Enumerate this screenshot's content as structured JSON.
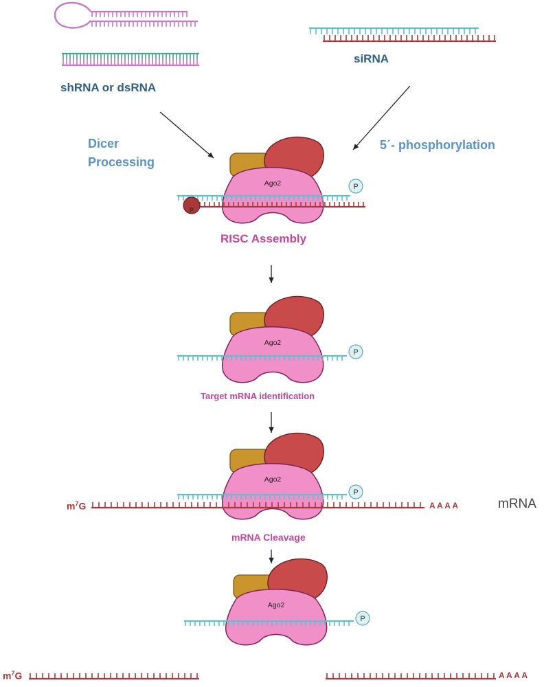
{
  "inputs": {
    "shrna_label": "shRNA or dsRNA",
    "sirna_label": "siRNA"
  },
  "process": {
    "dicer_line1": "Dicer",
    "dicer_line2": "Processing",
    "phosphorylation": "5´- phosphorylation"
  },
  "steps": {
    "risc_assembly": "RISC Assembly",
    "target_identification": "Target mRNA identification",
    "cleavage": "mRNA Cleavage"
  },
  "complex": {
    "ago_label": "Ago2",
    "phosphate_label": "P"
  },
  "mrna": {
    "side_label": "mRNA",
    "cap_m": "m",
    "cap_sup": "7",
    "cap_g": "G",
    "polya": "A A A A"
  },
  "colors": {
    "cyan_strand": "#5fc0cf",
    "red_strand": "#a8393b",
    "pink_ago": "#f08fc8",
    "gold_protein": "#c9952c",
    "red_protein": "#c94a4b",
    "hairpin": "#c67ac3",
    "green_strand": "#4aa38c",
    "phosphate_fill": "#dff0f3",
    "text_blue": "#2f5f86",
    "text_light_blue": "#5a93c8",
    "text_pink": "#c5479b"
  }
}
